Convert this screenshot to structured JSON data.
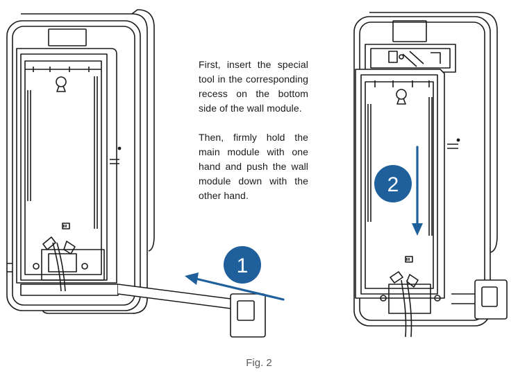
{
  "instructions": {
    "step1_text": "First, insert the special tool in the corresponding recess on the bottom side of the wall module.",
    "step2_text": "Then, firmly hold the main module with one hand and push the wall module down with the other hand."
  },
  "badges": {
    "step1": "1",
    "step2": "2"
  },
  "caption": "Fig. 2",
  "colors": {
    "accent": "#1f5f9c",
    "line": "#1a1a1a"
  }
}
